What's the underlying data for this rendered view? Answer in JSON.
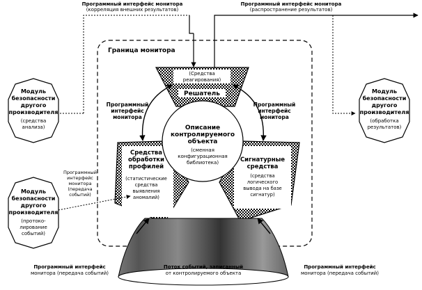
{
  "top_left_interface": {
    "line1": "Программный интерфейс монитора",
    "line2": "(корреляция внешних результатов)"
  },
  "top_right_interface": {
    "line1": "Программный интерфейс монитора",
    "line2": "(распространение результатов)"
  },
  "monitor_boundary_label": "Граница монитора",
  "decider": {
    "note1": "(Средства",
    "note2": "реагирования)",
    "title": "Решатель"
  },
  "center": {
    "t1": "Описание",
    "t2": "контролируемого",
    "t3": "объекта",
    "n1": "(сменная",
    "n2": "конфигурационная",
    "n3": "библиотека)"
  },
  "processing": {
    "t1": "Средства",
    "t2": "обработки",
    "t3": "профилей",
    "n1": "(статистические",
    "n2": "средства",
    "n3": "выявления",
    "n4": "аномалий)"
  },
  "signature": {
    "t1": "Сигнатурные",
    "t2": "средства",
    "n1": "(средства",
    "n2": "логического",
    "n3": "вывода на базе",
    "n4": "сигнатур)"
  },
  "left_api": {
    "l1": "Программный",
    "l2": "интерфейс",
    "l3": "монитора"
  },
  "right_api": {
    "l1": "Программный",
    "l2": "интерфейс",
    "l3": "монитора"
  },
  "module_top_left": {
    "l1": "Модуль",
    "l2": "безопасности",
    "l3": "другого",
    "l4": "производителя",
    "n1": "(средства",
    "n2": "анализа)"
  },
  "module_bottom_left": {
    "l1": "Модуль",
    "l2": "безопасности",
    "l3": "другого",
    "l4": "производителя",
    "n1": "(протоко-",
    "n2": "лирование",
    "n3": "событий)"
  },
  "module_right": {
    "l1": "Модуль",
    "l2": "безопасности",
    "l3": "другого",
    "l4": "производителя",
    "n1": "(обработка",
    "n2": "результатов)"
  },
  "event_api_label": {
    "l1": "Программный",
    "l2": "интерфейс",
    "l3": "монитора",
    "l4": "(передача",
    "l5": "событий)"
  },
  "bottom_left_label": {
    "l1": "Программный интерфейс",
    "l2": "монитора (передача событий)"
  },
  "bottom_center_label": {
    "l1": "Поток событий, записанный",
    "l2": "от контролируемого объекта"
  },
  "bottom_right_label": {
    "l1": "Программный интерфейс",
    "l2": "монитора (передача событий)"
  }
}
